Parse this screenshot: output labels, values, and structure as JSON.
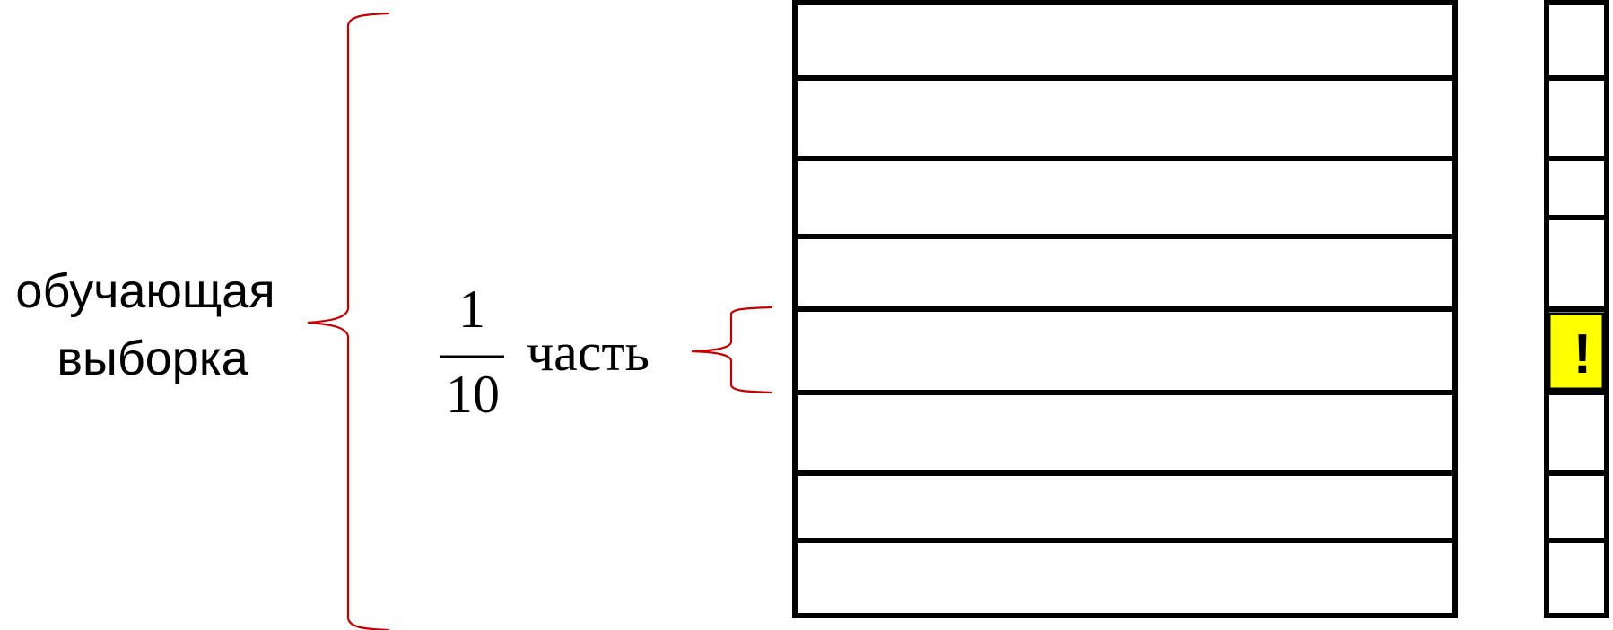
{
  "training_label": {
    "line1": "обучающая",
    "line2": "выборка"
  },
  "fold_label": {
    "fraction_numerator": "1",
    "fraction_denominator": "10",
    "word": "часть"
  },
  "marker": {
    "symbol": "!"
  },
  "colors": {
    "brace": "#c00000",
    "grid": "#000000",
    "highlight": "#ffff00"
  },
  "table": {
    "row_count": 8,
    "highlighted_row": 5
  }
}
